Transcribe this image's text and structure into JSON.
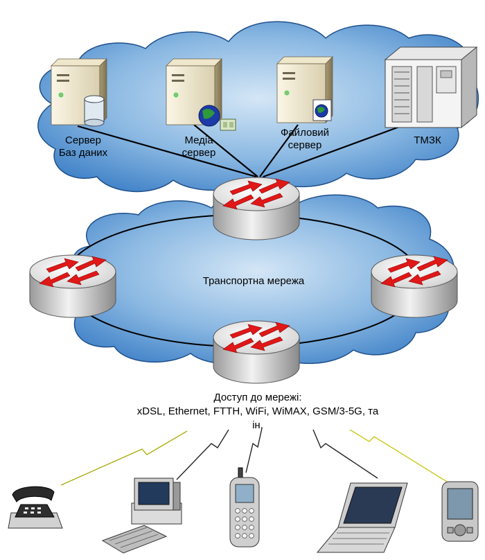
{
  "servers": [
    {
      "line1": "Сервер",
      "line2": "Баз даних"
    },
    {
      "line1": "Медіа",
      "line2": "сервер"
    },
    {
      "line1": "Файловий",
      "line2": "сервер"
    },
    {
      "line1": "ТМЗК",
      "line2": ""
    }
  ],
  "transport_label": "Транспортна мережа",
  "access": {
    "title": "Доступ до мережі:",
    "line2": "xDSL, Ethernet, FTTH, WiFi, WiMAX, GSM/3-5G, та",
    "line3": "ін."
  },
  "devices": [
    {
      "icon": "telephone-icon"
    },
    {
      "icon": "desktop-computer-icon"
    },
    {
      "icon": "mobile-phone-icon"
    },
    {
      "icon": "laptop-icon"
    },
    {
      "icon": "pda-icon"
    }
  ],
  "colors": {
    "cloud": "#5b9bd5",
    "router_arrow": "#e01818",
    "lightning": "#d8d820"
  }
}
